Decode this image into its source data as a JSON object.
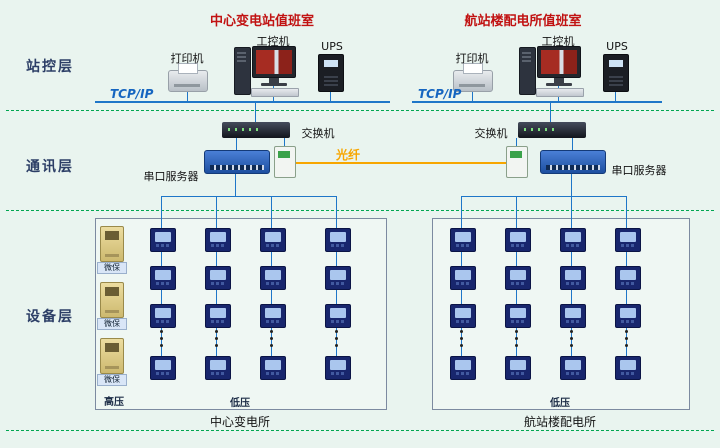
{
  "titles": {
    "left": "中心变电站值班室",
    "right": "航站楼配电所值班室"
  },
  "layers": {
    "station": "站控层",
    "comm": "通讯层",
    "device": "设备层"
  },
  "station": {
    "left": {
      "printer": "打印机",
      "pc": "工控机",
      "ups": "UPS",
      "bus": "TCP/IP"
    },
    "right": {
      "printer": "打印机",
      "pc": "工控机",
      "ups": "UPS",
      "bus": "TCP/IP"
    }
  },
  "comm": {
    "left": {
      "switch": "交换机",
      "serial": "串口服务器"
    },
    "right": {
      "switch": "交换机",
      "serial": "串口服务器"
    },
    "fiber": "光纤"
  },
  "device": {
    "left": {
      "hv": "高压",
      "lv": "低压",
      "caption": "中心变电所",
      "relay": "微保"
    },
    "right": {
      "lv": "低压",
      "caption": "航站楼配电所"
    }
  },
  "colors": {
    "line_blue": "#1e76c8",
    "dash_green": "#00a651",
    "fiber_orange": "#f7a600",
    "title_red": "#c11212"
  }
}
